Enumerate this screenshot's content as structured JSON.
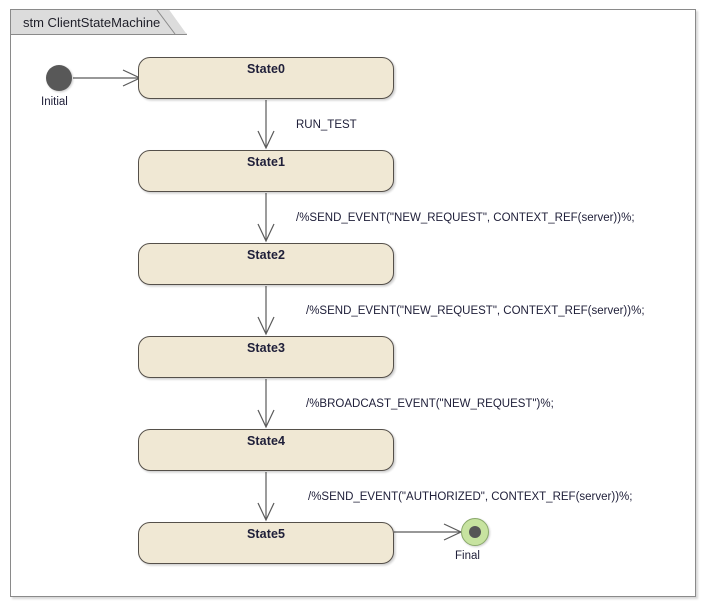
{
  "diagram": {
    "kind": "uml-state-machine",
    "title": "stm ClientStateMachine",
    "colors": {
      "state_fill": "#F0E8D4",
      "state_border": "#55504A",
      "frame_border": "#8A8A8A",
      "title_tab_fill": "#DCDCDC",
      "initial_fill": "#585858",
      "final_fill": "#C7E3A0",
      "final_border": "#8AA96B",
      "final_dot": "#565656",
      "text": "#20203A",
      "edge_stroke": "#5A5A5A",
      "canvas": "#FFFFFF"
    },
    "nodes": [
      {
        "id": "initial",
        "type": "initial-pseudostate",
        "label": "Initial"
      },
      {
        "id": "state0",
        "type": "state",
        "label": "State0"
      },
      {
        "id": "state1",
        "type": "state",
        "label": "State1"
      },
      {
        "id": "state2",
        "type": "state",
        "label": "State2"
      },
      {
        "id": "state3",
        "type": "state",
        "label": "State3"
      },
      {
        "id": "state4",
        "type": "state",
        "label": "State4"
      },
      {
        "id": "state5",
        "type": "state",
        "label": "State5"
      },
      {
        "id": "final",
        "type": "final-state",
        "label": "Final"
      }
    ],
    "transitions": [
      {
        "from": "initial",
        "to": "state0",
        "label": ""
      },
      {
        "from": "state0",
        "to": "state1",
        "label": "RUN_TEST"
      },
      {
        "from": "state1",
        "to": "state2",
        "label": "/%SEND_EVENT(\"NEW_REQUEST\", CONTEXT_REF(server))%;"
      },
      {
        "from": "state2",
        "to": "state3",
        "label": "/%SEND_EVENT(\"NEW_REQUEST\", CONTEXT_REF(server))%;"
      },
      {
        "from": "state3",
        "to": "state4",
        "label": "/%BROADCAST_EVENT(\"NEW_REQUEST\")%;"
      },
      {
        "from": "state4",
        "to": "state5",
        "label": "/%SEND_EVENT(\"AUTHORIZED\", CONTEXT_REF(server))%;"
      },
      {
        "from": "state5",
        "to": "final",
        "label": ""
      }
    ]
  }
}
